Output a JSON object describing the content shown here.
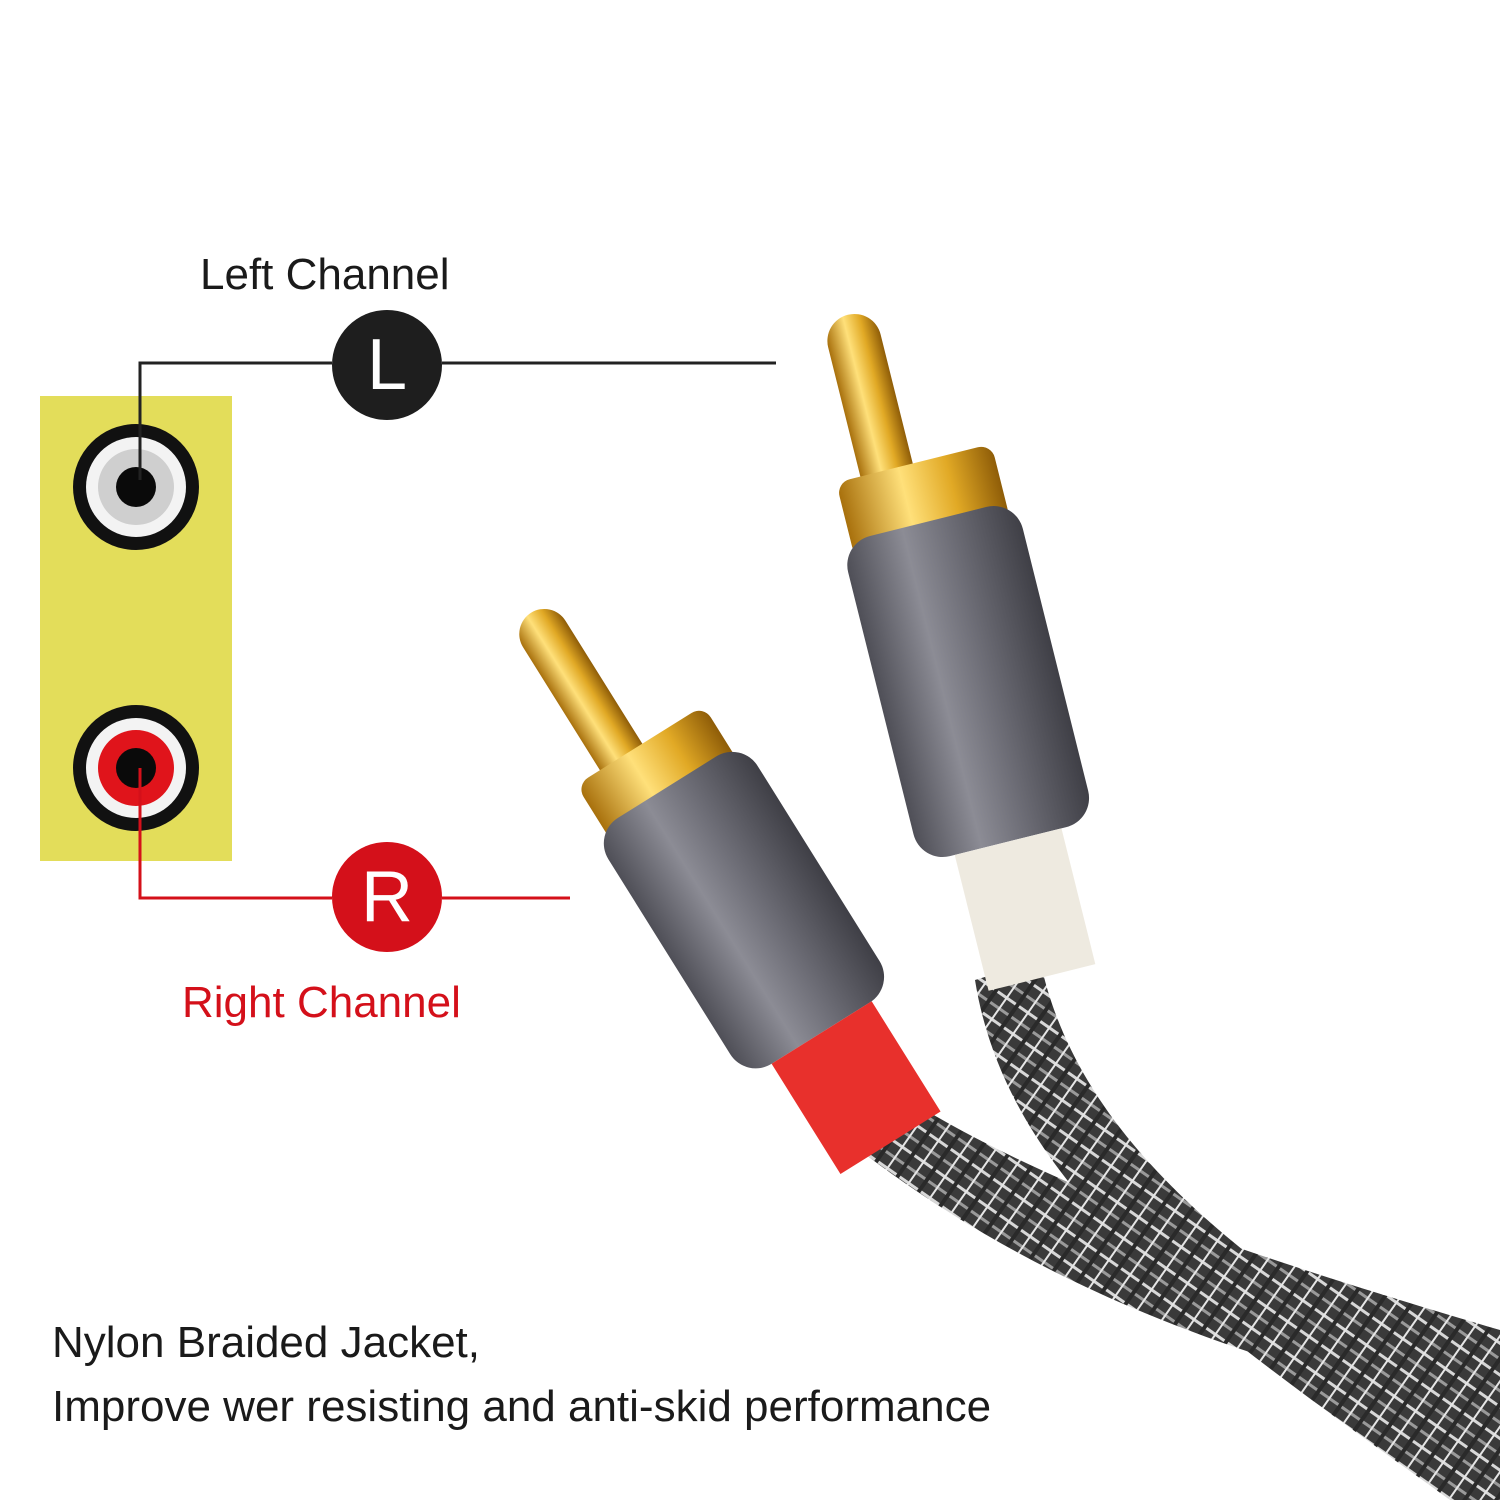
{
  "labels": {
    "left_channel": "Left Channel",
    "left_badge": "L",
    "right_channel": "Right Channel",
    "right_badge": "R"
  },
  "caption": {
    "line1": "Nylon Braided Jacket,",
    "line2": "Improve wer resisting and anti-skid performance"
  },
  "colors": {
    "jack_panel": "#e3dd5a",
    "left_accent": "#1e1e1e",
    "right_accent": "#d4101a",
    "plug_body": "#6a6a72",
    "gold_tip": "#d9a21b",
    "braid": "#4a4a4a"
  }
}
